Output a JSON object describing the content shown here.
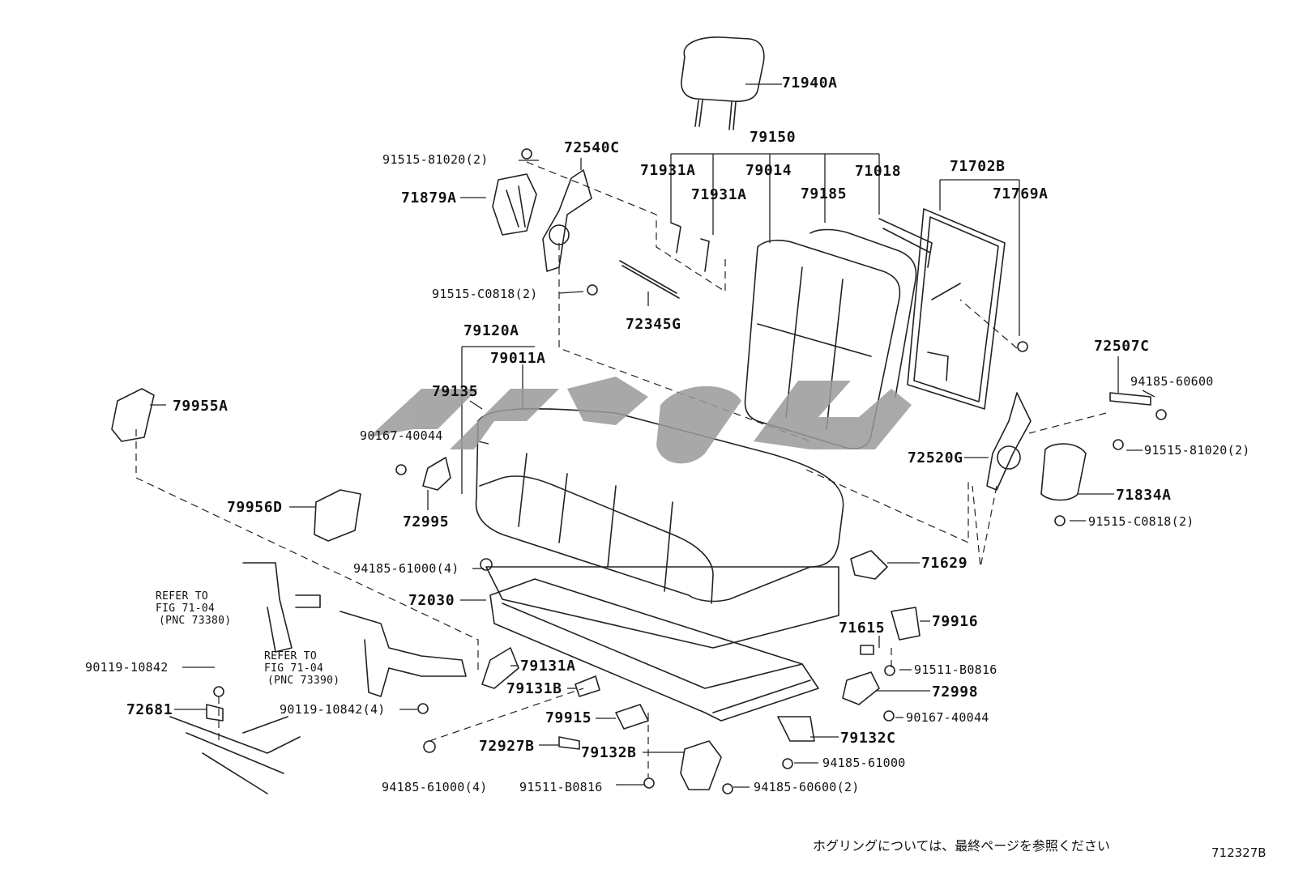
{
  "part_numbers": {
    "p71940A": "71940A",
    "p79150": "79150",
    "p72540C": "72540C",
    "p91515_81020_2_left": "91515-81020(2)",
    "p71879A": "71879A",
    "p71931A_1": "71931A",
    "p71931A_2": "71931A",
    "p79014": "79014",
    "p79185": "79185",
    "p71018": "71018",
    "p71702B": "71702B",
    "p71769A": "71769A",
    "p91515_C0818_2_left": "91515-C0818(2)",
    "p72345G": "72345G",
    "p79120A": "79120A",
    "p79011A": "79011A",
    "p79135": "79135",
    "p72507C": "72507C",
    "p94185_60600_right": "94185-60600",
    "p79955A": "79955A",
    "p90167_40044_left": "90167-40044",
    "p91515_81020_2_right": "91515-81020(2)",
    "p72520G": "72520G",
    "p71834A": "71834A",
    "p72995": "72995",
    "p79956D": "79956D",
    "p91515_C0818_2_right": "91515-C0818(2)",
    "p94185_61000_4_top": "94185-61000(4)",
    "p71629": "71629",
    "p72030": "72030",
    "p71615": "71615",
    "p79916": "79916",
    "p90119_10842": "90119-10842",
    "p79131A": "79131A",
    "p91511_B0816_right": "91511-B0816",
    "p79131B": "79131B",
    "p72998": "72998",
    "p72681": "72681",
    "p90119_10842_4": "90119-10842(4)",
    "p79915": "79915",
    "p90167_40044_right": "90167-40044",
    "p79132C": "79132C",
    "p72927B": "72927B",
    "p79132B": "79132B",
    "p94185_61000_bottom": "94185-61000",
    "p94185_61000_4_bottom": "94185-61000(4)",
    "p91511_B0816_bottom": "91511-B0816",
    "p94185_60600_2": "94185-60600(2)"
  },
  "references": {
    "ref1_line1": "REFER TO",
    "ref1_line2": "FIG 71-04",
    "ref1_line3": "(PNC 73380)",
    "ref2_line1": "REFER TO",
    "ref2_line2": "FIG 71-04",
    "ref2_line3": "(PNC 73390)"
  },
  "footer": {
    "note": "ホグリングについては、最終ページを参照ください",
    "figure_number": "712327B"
  },
  "watermark": {
    "color": "#9a9a9a"
  }
}
